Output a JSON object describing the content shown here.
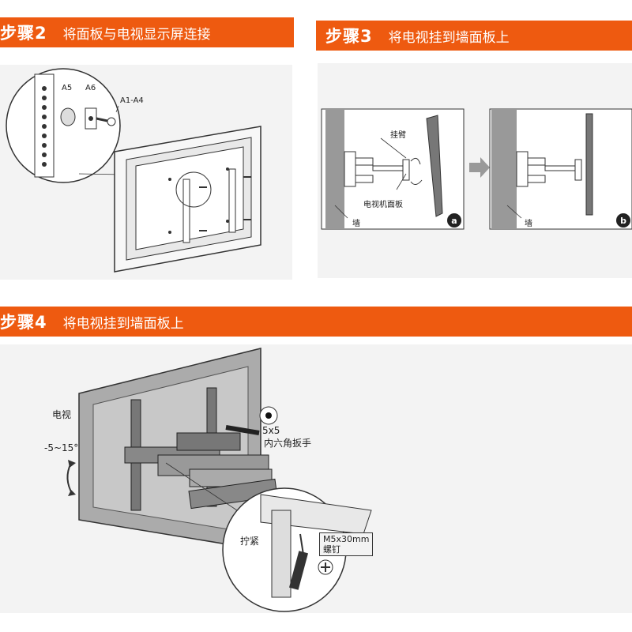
{
  "step2": {
    "step": "步骤2",
    "desc": "将面板与电视显示屏连接",
    "label_a5": "A5",
    "label_a6": "A6",
    "label_a1a4": "A1-A4"
  },
  "step3": {
    "step": "步骤3",
    "desc": "将电视挂到墙面板上",
    "label_arm": "挂臂",
    "label_panel": "电视机面板",
    "label_wall": "墙",
    "label_wall_b": "墙",
    "badge_a": "a",
    "badge_b": "b"
  },
  "step4": {
    "step": "步骤4",
    "desc": "将电视挂到墙面板上",
    "label_tv": "电视",
    "label_angle": "-5~15°",
    "label_hex": "5x5",
    "label_wrench": "内六角扳手",
    "label_tighten": "拧紧",
    "label_screw_size": "M5x30mm",
    "label_screw": "螺钉"
  },
  "colors": {
    "accent": "#ee5a10",
    "panel_bg": "#f3f3f3",
    "line": "#333333"
  }
}
